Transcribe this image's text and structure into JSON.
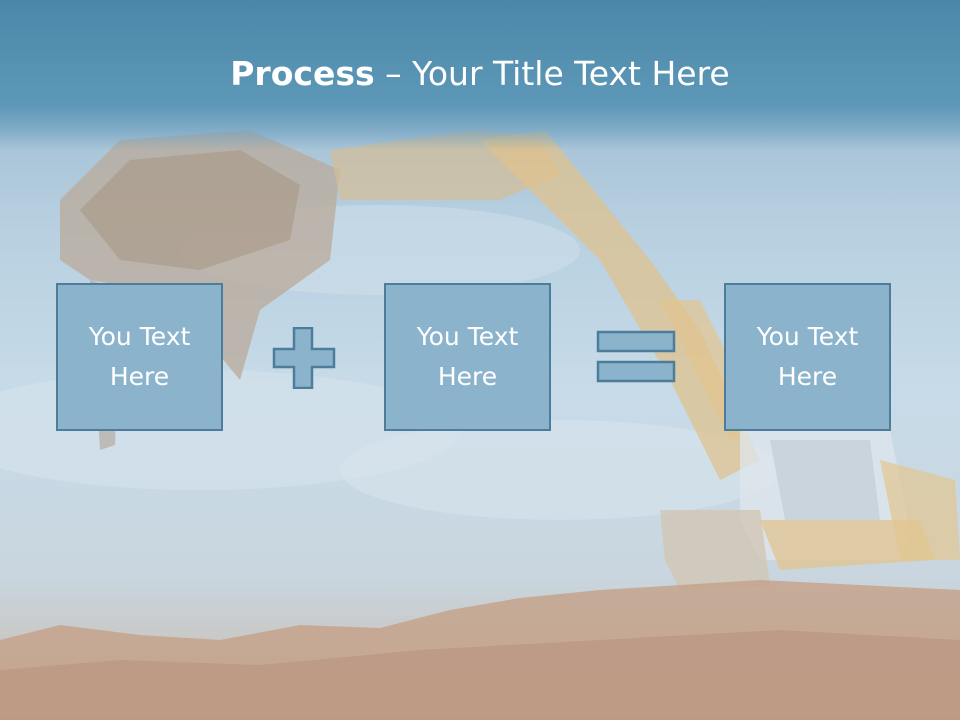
{
  "slide": {
    "title_bold": "Process",
    "title_rest": " – Your Title Text Here",
    "boxes": [
      {
        "text": "You Text Here"
      },
      {
        "text": "You Text Here"
      },
      {
        "text": "You Text Here"
      }
    ]
  },
  "colors": {
    "box_fill": "#8bb4cc",
    "box_border": "#4d7d9a",
    "title_band": "#5d98b8"
  }
}
